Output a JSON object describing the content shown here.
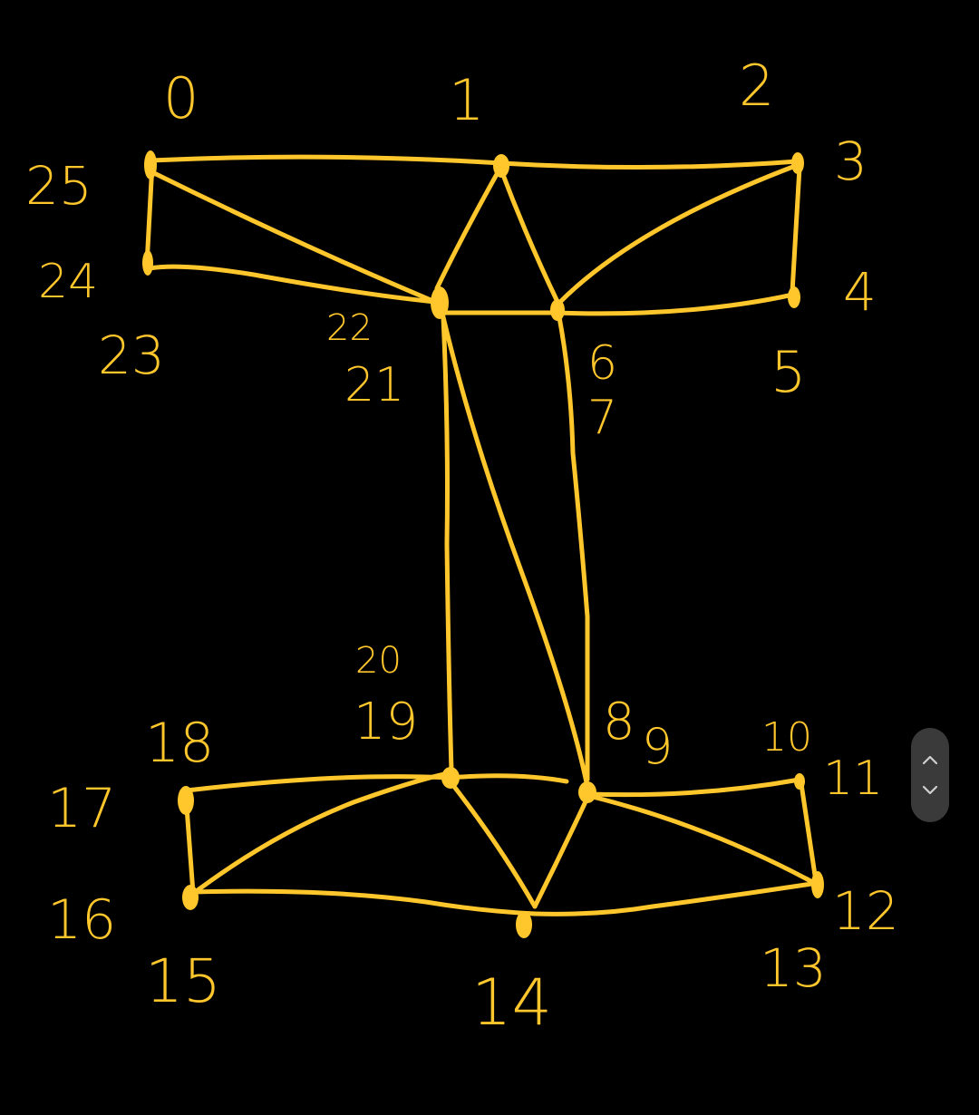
{
  "diagram": {
    "stroke_color": "#FFC72C",
    "background": "#000000",
    "labels": [
      "0",
      "1",
      "2",
      "3",
      "4",
      "5",
      "6",
      "7",
      "8",
      "9",
      "10",
      "11",
      "12",
      "13",
      "14",
      "15",
      "16",
      "17",
      "18",
      "19",
      "20",
      "21",
      "22",
      "23",
      "24",
      "25"
    ]
  },
  "scroll_control": {
    "up_icon": "chevron-up-icon",
    "down_icon": "chevron-down-icon",
    "pill_color": "#3a3a3a",
    "icon_color": "#cfcfcf"
  }
}
